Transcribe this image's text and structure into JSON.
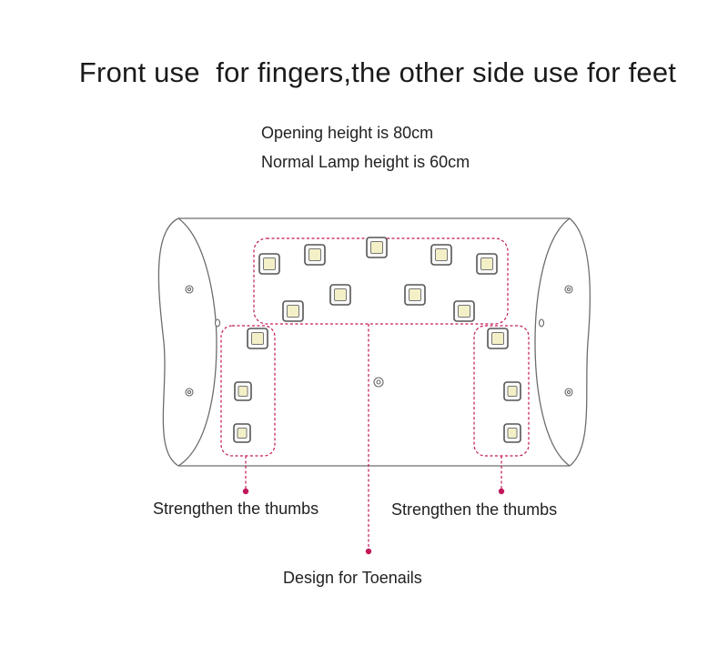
{
  "title": "Front use  for fingers,the other side use for feet",
  "specs": {
    "opening_height": "Opening height is 80cm",
    "lamp_height": "Normal Lamp height is 60cm"
  },
  "callouts": {
    "left_thumb": "Strengthen the thumbs",
    "right_thumb": "Strengthen the thumbs",
    "toenails": "Design for Toenails"
  },
  "colors": {
    "accent": "#c2185b",
    "outline": "#6d6d6d",
    "led_fill": "#f3f0c8"
  }
}
